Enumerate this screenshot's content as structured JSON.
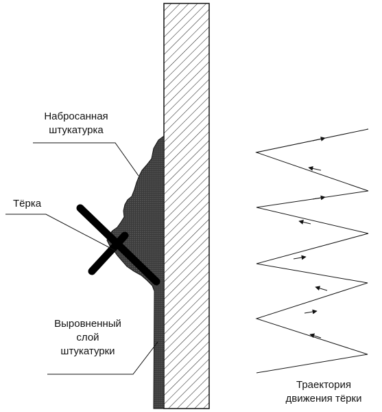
{
  "labels": {
    "thrown_plaster_line1": "Набросанная",
    "thrown_plaster_line2": "штукатурка",
    "float_tool": "Тёрка",
    "leveled_layer_line1": "Выровненный",
    "leveled_layer_line2": "слой",
    "leveled_layer_line3": "штукатурки",
    "trajectory_line1": "Траектория",
    "trajectory_line2": "движения тёрки"
  },
  "colors": {
    "line": "#111111",
    "plaster": "#2b2b2b",
    "tool": "#000000",
    "background": "#ffffff"
  }
}
